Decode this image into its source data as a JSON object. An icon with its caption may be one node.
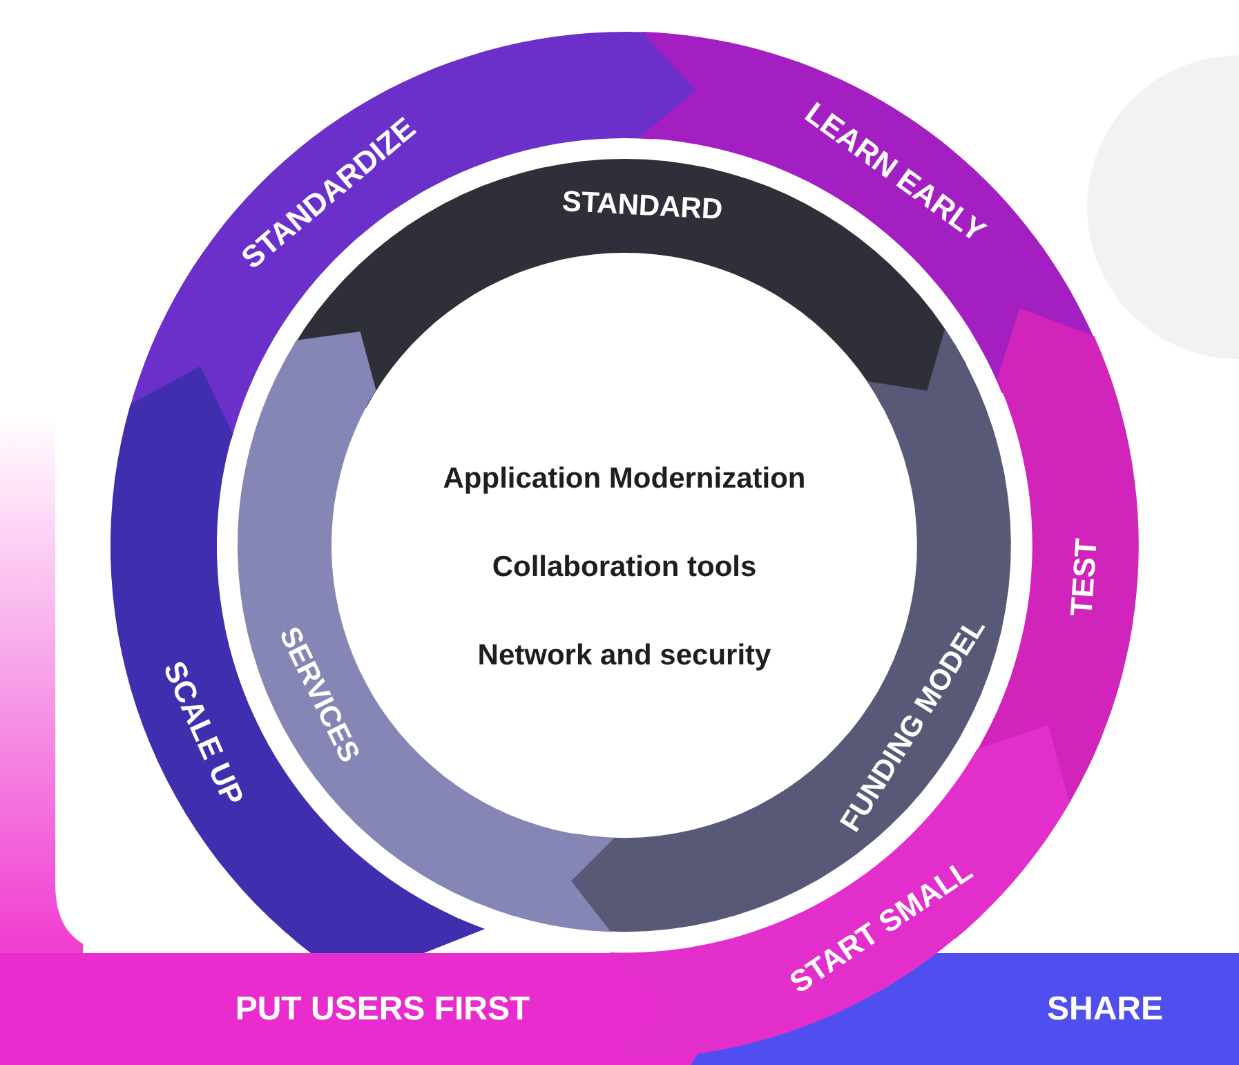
{
  "diagram": {
    "nodes": [
      {
        "text": [
          "STANDARDIZE"
        ]
      },
      {
        "text": [
          "LEARN EARLY"
        ]
      },
      {
        "text": [
          "TEST"
        ]
      },
      {
        "text": [
          "START SMALL"
        ]
      },
      {
        "text": [
          "SCALE UP"
        ]
      },
      {
        "text": [
          "STANDARD"
        ]
      },
      {
        "text": [
          "FUNDING MODEL"
        ]
      },
      {
        "text": [
          "SERVICES"
        ]
      },
      {
        "text": [
          "PUT USERS FIRST"
        ]
      },
      {
        "text": [
          "SHARE"
        ]
      }
    ],
    "labels": [
      "Application Modernization",
      "Collaboration tools",
      "Network and security"
    ]
  }
}
